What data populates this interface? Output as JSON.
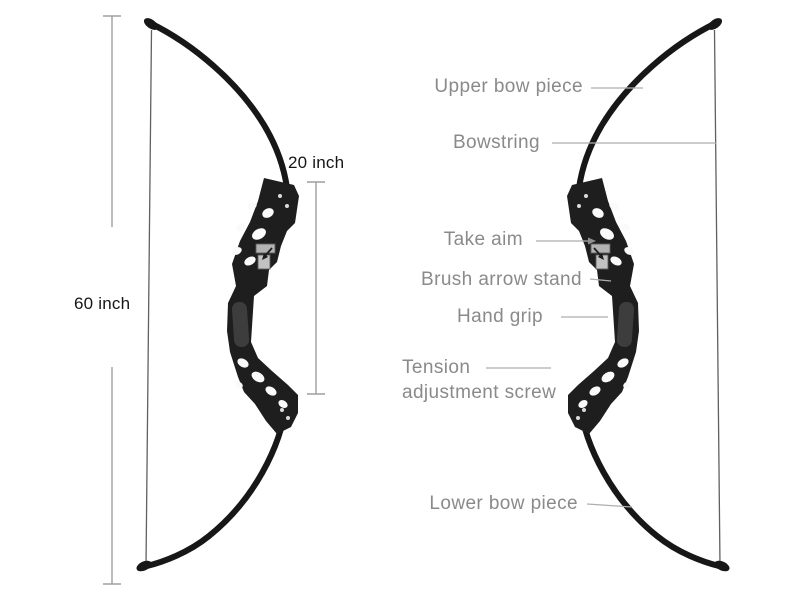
{
  "measurements": {
    "total_length": "60 inch",
    "riser_length": "20 inch"
  },
  "part_labels": {
    "upper_bow_piece": "Upper bow piece",
    "bowstring": "Bowstring",
    "take_aim": "Take aim",
    "brush_arrow_stand": "Brush arrow stand",
    "hand_grip": "Hand grip",
    "tension_adjustment_screw_line1": "Tension",
    "tension_adjustment_screw_line2": "adjustment screw",
    "lower_bow_piece": "Lower bow piece"
  },
  "icons": {
    "take_aim_pointer": "small-arrow-icon"
  },
  "colors": {
    "background": "#ffffff",
    "bow_silhouette": "#1c1c1c",
    "bowstring_line": "#606060",
    "part_label_text": "#8a8a8a",
    "leader_line": "#aeaeae",
    "measurement_line": "#9f9f9f",
    "measurement_text": "#161616",
    "arrow_rest_bracket": "#b3b3b3"
  }
}
